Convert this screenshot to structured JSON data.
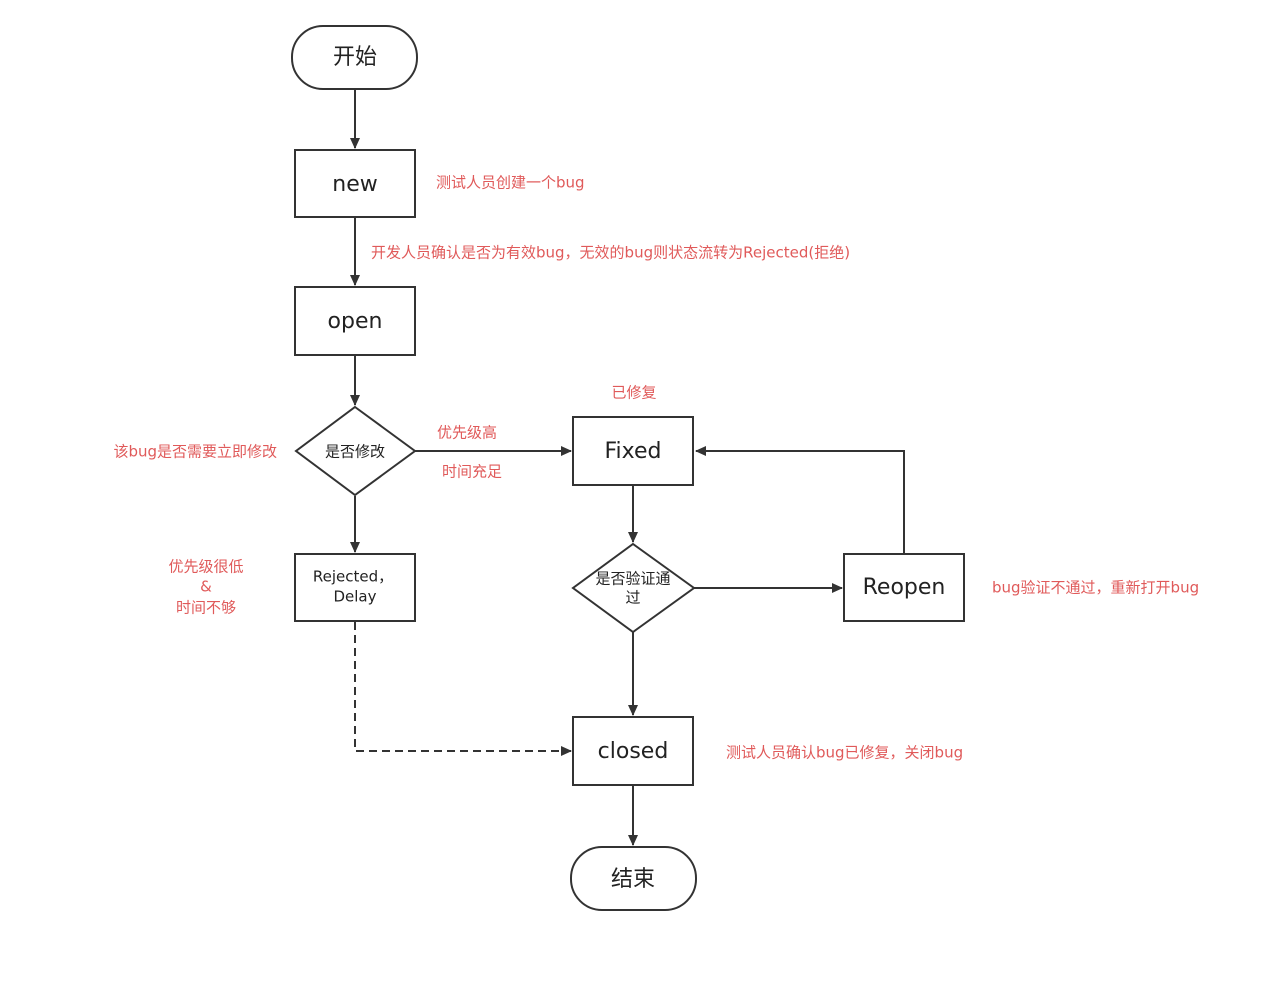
{
  "nodes": {
    "start": "开始",
    "new": "new",
    "open": "open",
    "decision_fix": "是否修改",
    "rejected_line1": "Rejected，",
    "rejected_line2": "Delay",
    "fixed": "Fixed",
    "decision_verify_line1": "是否验证通",
    "decision_verify_line2": "过",
    "reopen": "Reopen",
    "closed": "closed",
    "end": "结束"
  },
  "annotations": {
    "new_note": "测试人员创建一个bug",
    "open_note": "开发人员确认是否为有效bug，无效的bug则状态流转为Rejected(拒绝)",
    "fixed_note": "已修复",
    "decision_note": "该bug是否需要立即修改",
    "priority_high": "优先级高",
    "time_enough": "时间充足",
    "low_line1": "优先级很低",
    "low_line2": "&",
    "low_line3": "时间不够",
    "reopen_note": "bug验证不通过，重新打开bug",
    "closed_note": "测试人员确认bug已修复，关闭bug"
  },
  "colors": {
    "stroke": "#333333",
    "annotation": "#e05a5a",
    "text": "#222222"
  }
}
